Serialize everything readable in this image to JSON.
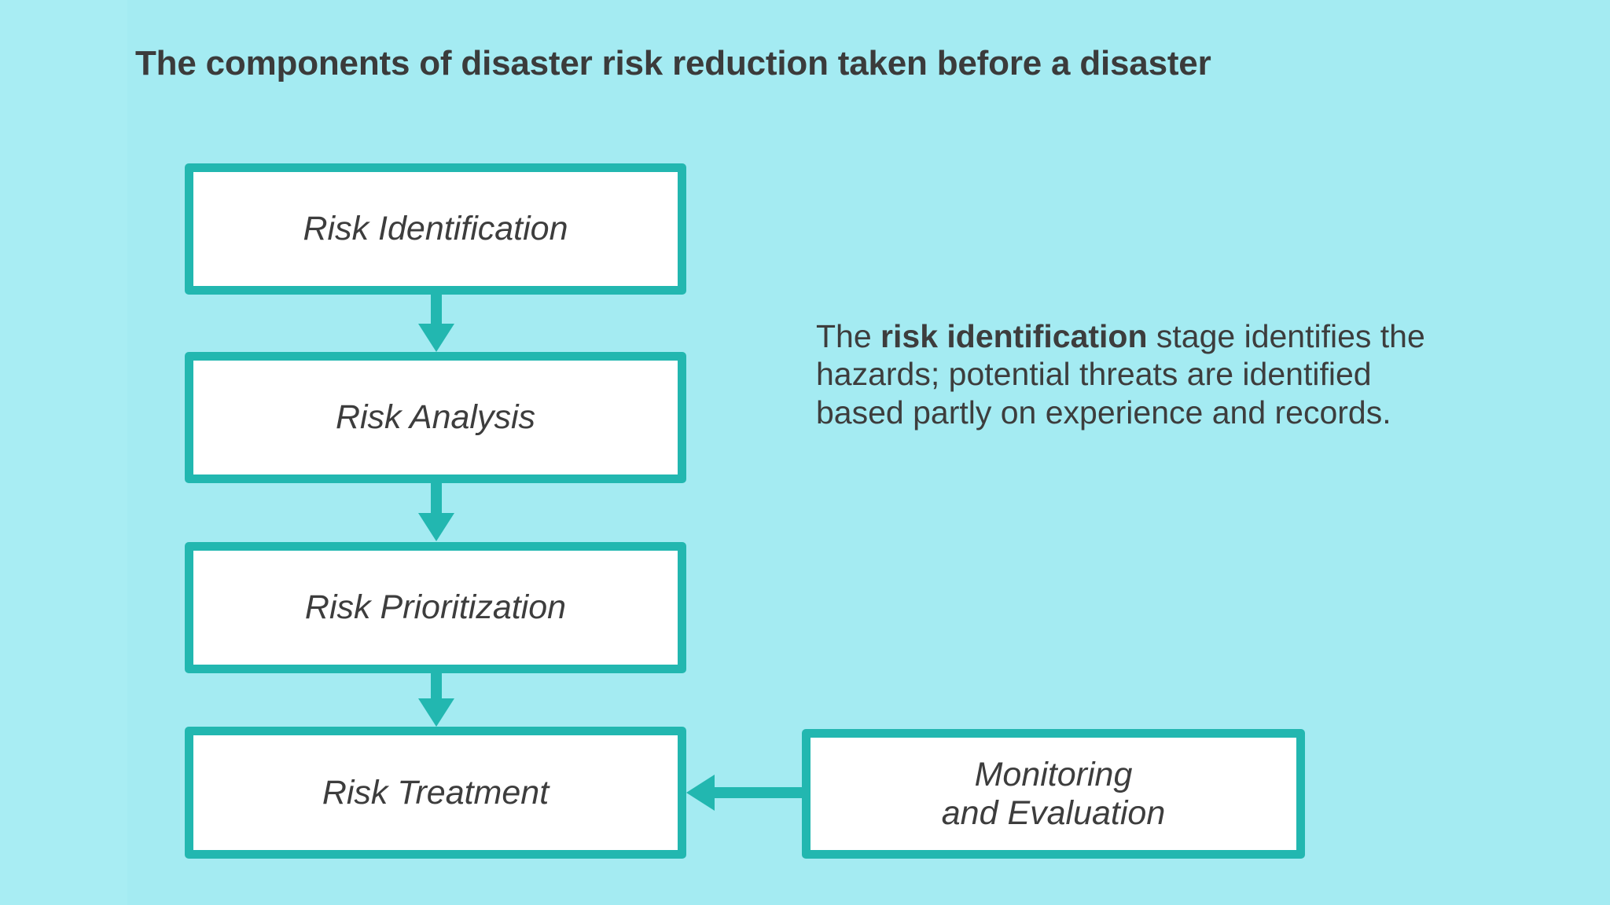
{
  "page": {
    "background_color": "#a4ebf2",
    "accent_color": "#22b7b0",
    "box_fill_color": "#ffffff",
    "text_color": "#3d3d3d"
  },
  "header": {
    "title": "The components of disaster risk reduction taken before a disaster"
  },
  "flow": {
    "nodes": [
      {
        "id": "risk-identification",
        "label": "Risk Identification"
      },
      {
        "id": "risk-analysis",
        "label": "Risk Analysis"
      },
      {
        "id": "risk-prioritization",
        "label": "Risk Prioritization"
      },
      {
        "id": "risk-treatment",
        "label": "Risk Treatment"
      },
      {
        "id": "monitoring",
        "label": "Monitoring\nand Evaluation"
      }
    ],
    "connectors": [
      {
        "id": "arrow-1",
        "from": "risk-identification",
        "to": "risk-analysis",
        "direction": "down",
        "icon": "arrow-down-icon"
      },
      {
        "id": "arrow-2",
        "from": "risk-analysis",
        "to": "risk-prioritization",
        "direction": "down",
        "icon": "arrow-down-icon"
      },
      {
        "id": "arrow-3",
        "from": "risk-prioritization",
        "to": "risk-treatment",
        "direction": "down",
        "icon": "arrow-down-icon"
      },
      {
        "id": "arrow-4",
        "from": "monitoring",
        "to": "risk-treatment",
        "direction": "left",
        "icon": "arrow-left-icon"
      }
    ]
  },
  "description": {
    "lead": "The ",
    "emphasis": "risk identification",
    "rest": " stage identifies the hazards; potential threats are identified based partly on experience and records."
  }
}
